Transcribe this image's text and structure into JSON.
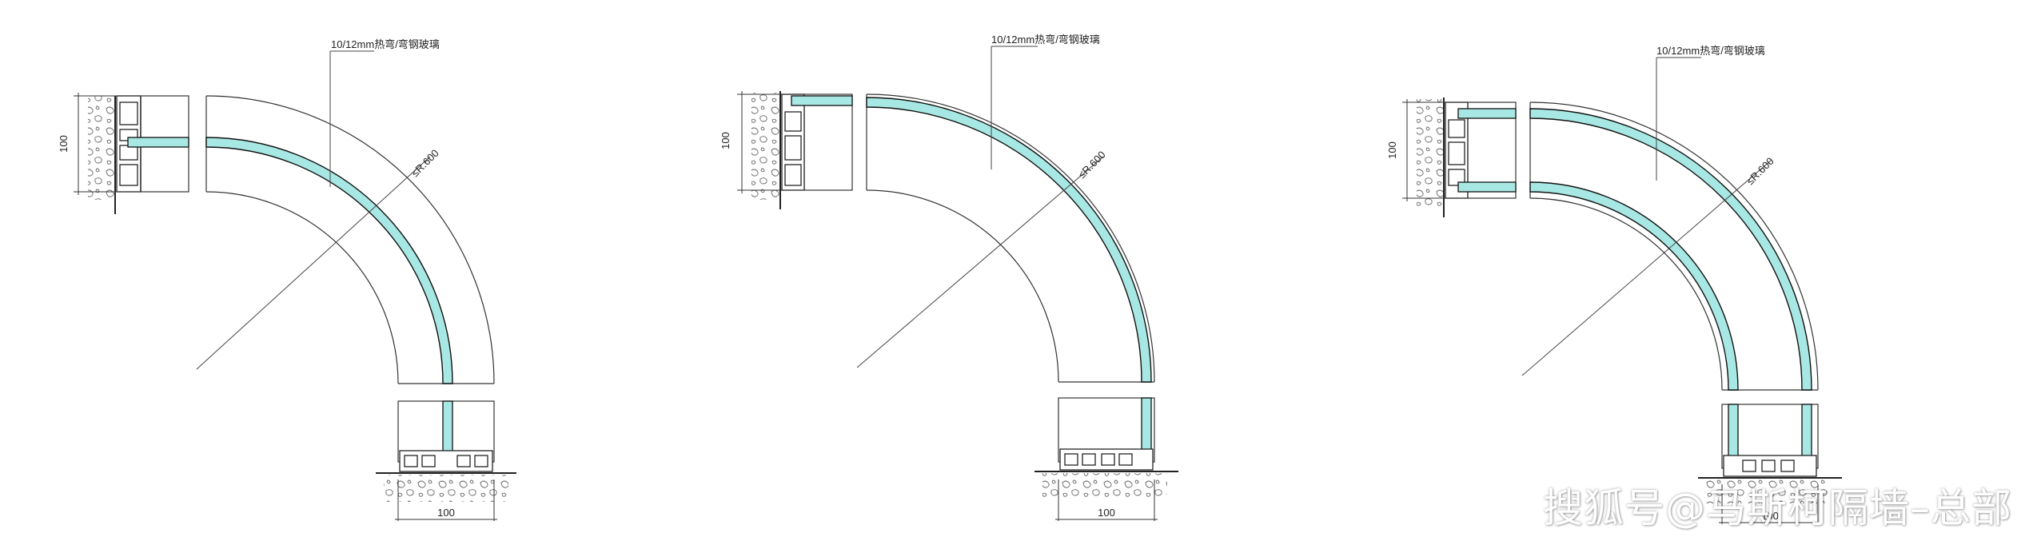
{
  "colors": {
    "glass": "#a8e8e4",
    "line": "#333333",
    "bg": "#ffffff"
  },
  "details": [
    {
      "glass_label": "10/12mm热弯/弯钢玻璃",
      "radius_label": "≤R.600",
      "height_dim": "100",
      "width_dim": "100"
    },
    {
      "glass_label": "10/12mm热弯/弯钢玻璃",
      "radius_label": "≤R.600",
      "height_dim": "100",
      "width_dim": "100"
    },
    {
      "glass_label": "10/12mm热弯/弯钢玻璃",
      "radius_label": "≤R.600",
      "height_dim": "100",
      "width_dim": "100"
    }
  ],
  "watermark": "搜狐号@马斯柯隔墙–总部"
}
